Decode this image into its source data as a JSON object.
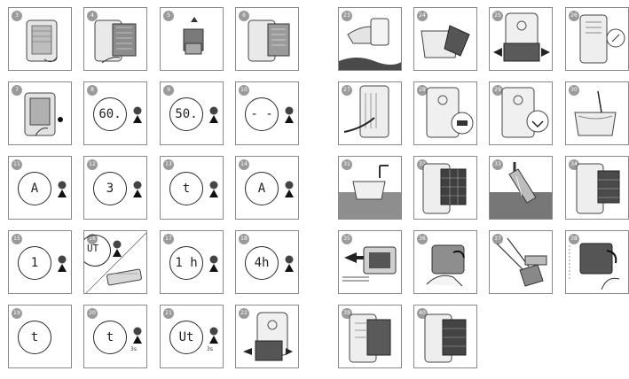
{
  "panels": [
    {
      "n": "3"
    },
    {
      "n": "4"
    },
    {
      "n": "5"
    },
    {
      "n": "6"
    },
    {
      "n": "7"
    },
    {
      "n": "8",
      "display": "60."
    },
    {
      "n": "9",
      "display": "50."
    },
    {
      "n": "10",
      "display": "- -"
    },
    {
      "n": "11",
      "display": "A"
    },
    {
      "n": "12",
      "display": "3"
    },
    {
      "n": "13",
      "display": "t"
    },
    {
      "n": "14",
      "display": "A"
    },
    {
      "n": "15",
      "display": "1"
    },
    {
      "n": "16",
      "display": "UT"
    },
    {
      "n": "17",
      "display": "1 h"
    },
    {
      "n": "18",
      "display": "4h"
    },
    {
      "n": "19",
      "display": "t"
    },
    {
      "n": "20",
      "display": "t"
    },
    {
      "n": "21",
      "display": "Ut"
    },
    {
      "n": "22"
    },
    {
      "n": "23"
    },
    {
      "n": "24"
    },
    {
      "n": "25"
    },
    {
      "n": "26"
    },
    {
      "n": "27"
    },
    {
      "n": "28"
    },
    {
      "n": "29"
    },
    {
      "n": "30"
    },
    {
      "n": "31"
    },
    {
      "n": "32"
    },
    {
      "n": "33"
    },
    {
      "n": "34"
    },
    {
      "n": "35"
    },
    {
      "n": "36"
    },
    {
      "n": "37"
    },
    {
      "n": "38"
    },
    {
      "n": "39"
    },
    {
      "n": "40"
    }
  ],
  "timer_labels": {
    "p20": "3s",
    "p21": "3s"
  },
  "icons": {
    "person": "person-silhouette-icon",
    "arrow": "arrow-icon",
    "hand": "hand-icon"
  }
}
